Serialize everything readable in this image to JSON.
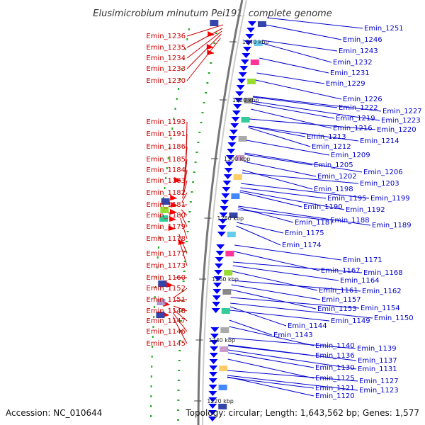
{
  "title": "Elusimicrobium minutum Pei191, complete genome",
  "footer": {
    "accession": "Accession: NC_010644",
    "topology": "Topology: circular; Length: 1,643,562 bp; Genes: 1,577"
  },
  "colors": {
    "left_label": "#cc0000",
    "right_label": "#0000cc",
    "forward_arrow": "#ff0000",
    "reverse_arrow": "#0000ff",
    "backbone": "#777777",
    "gc_dots": "#22aa22"
  },
  "ticks": [
    "1340 kbp",
    "1320 kbp",
    "1300 kbp",
    "1280 kbp",
    "1260 kbp",
    "1240 kbp",
    "1220 kbp"
  ],
  "left_labels": [
    "Emin_1236",
    "Emin_1235",
    "Emin_1234",
    "Emin_1233",
    "Emin_1230",
    "Emin_1193",
    "Emin_1191",
    "Emin_1186",
    "Emin_1185",
    "Emin_1184",
    "Emin_1183",
    "Emin_1182",
    "Emin_1181",
    "Emin_1180",
    "Emin_1179",
    "Emin_1178",
    "Emin_1177",
    "Emin_1173",
    "Emin_1160",
    "Emin_1152",
    "Emin_1151",
    "Emin_1148",
    "Emin_1147",
    "Emin_1146",
    "Emin_1145"
  ],
  "right_labels": [
    "Emin_1251",
    "Emin_1246",
    "Emin_1243",
    "Emin_1232",
    "Emin_1231",
    "Emin_1229",
    "Emin_1226",
    "Emin_1227",
    "Emin_1222",
    "Emin_1223",
    "Emin_1219",
    "Emin_1220",
    "Emin_1216",
    "Emin_1214",
    "Emin_1213",
    "Emin_1212",
    "Emin_1209",
    "Emin_1205",
    "Emin_1206",
    "Emin_1202",
    "Emin_1203",
    "Emin_1198",
    "Emin_1199",
    "Emin_1195",
    "Emin_1192",
    "Emin_1190",
    "Emin_1188",
    "Emin_1189",
    "Emin_1187",
    "Emin_1175",
    "Emin_1174",
    "Emin_1171",
    "Emin_1168",
    "Emin_1167",
    "Emin_1164",
    "Emin_1162",
    "Emin_1161",
    "Emin_1157",
    "Emin_1154",
    "Emin_1153",
    "Emin_1150",
    "Emin_1149",
    "Emin_1144",
    "Emin_1143",
    "Emin_1139",
    "Emin_1140",
    "Emin_1137",
    "Emin_1136",
    "Emin_1131",
    "Emin_1130",
    "Emin_1127",
    "Emin_1125",
    "Emin_1123",
    "Emin_1121",
    "Emin_1120"
  ]
}
